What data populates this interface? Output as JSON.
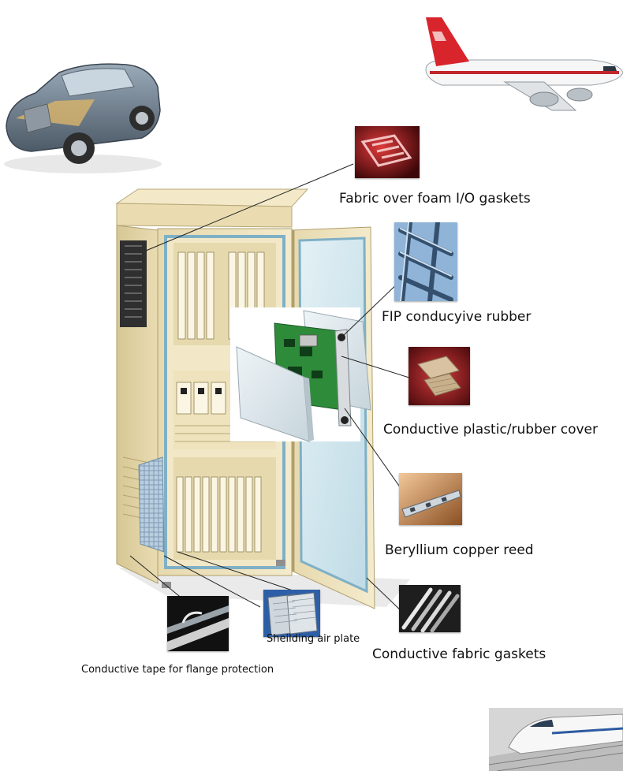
{
  "labels": {
    "fabric_over_foam": "Fabric over foam I/O gaskets",
    "fip_rubber": "FIP conducyive rubber",
    "plastic_rubber_cover": "Conductive plastic/rubber cover",
    "beryllium_reed": "Beryllium copper reed",
    "fabric_gaskets": "Conductive fabric gaskets",
    "shielding_air_plate": "Sheilding air plate",
    "conductive_tape": "Conductive tape for flange protection"
  },
  "colors": {
    "cabinet": "#efe3bf",
    "cabinet_shade": "#d8c99c",
    "glass": "#cfe6ee",
    "pcb": "#2e8b3a",
    "red_thumb": "#a4161a",
    "blue_thumb": "#5a86b8",
    "line": "#222222"
  }
}
